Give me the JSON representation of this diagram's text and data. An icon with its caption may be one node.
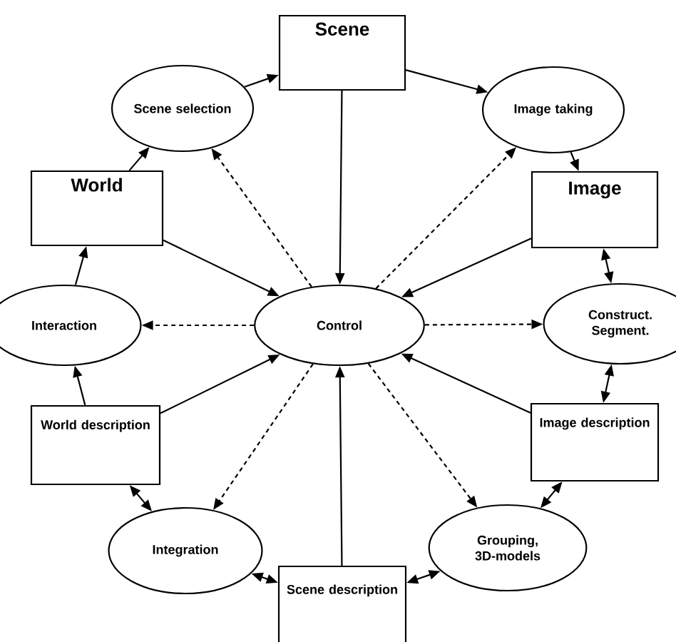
{
  "diagram": {
    "nodes": [
      {
        "text": [
          "Scene"
        ]
      },
      {
        "text": [
          "Scene selection"
        ]
      },
      {
        "text": [
          "Image taking"
        ]
      },
      {
        "text": [
          "World"
        ]
      },
      {
        "text": [
          "Image"
        ]
      },
      {
        "text": [
          "Interaction"
        ]
      },
      {
        "text": [
          "Control"
        ]
      },
      {
        "text": [
          "Construct. Segment."
        ]
      },
      {
        "text": [
          "World description"
        ]
      },
      {
        "text": [
          "Image description"
        ]
      },
      {
        "text": [
          "Integration"
        ]
      },
      {
        "text": [
          "Grouping, 3D-models"
        ]
      },
      {
        "text": [
          "Scene description"
        ]
      }
    ],
    "edges": [
      {
        "from": 1,
        "to": 0,
        "arrow": "to"
      },
      {
        "from": 0,
        "to": 2,
        "arrow": "to"
      },
      {
        "from": 2,
        "to": 4,
        "arrow": "to"
      },
      {
        "from": 3,
        "to": 1,
        "arrow": "to"
      },
      {
        "from": 5,
        "to": 3,
        "arrow": "to"
      },
      {
        "from": 8,
        "to": 5,
        "arrow": "to"
      },
      {
        "from": 4,
        "to": 7,
        "arrow": "both"
      },
      {
        "from": 7,
        "to": 9,
        "arrow": "both"
      },
      {
        "from": 9,
        "to": 11,
        "arrow": "both"
      },
      {
        "from": 11,
        "to": 12,
        "arrow": "both"
      },
      {
        "from": 12,
        "to": 10,
        "arrow": "both"
      },
      {
        "from": 10,
        "to": 8,
        "arrow": "both"
      },
      {
        "from": 0,
        "to": 6,
        "arrow": "to"
      },
      {
        "from": 3,
        "to": 6,
        "arrow": "to"
      },
      {
        "from": 4,
        "to": 6,
        "arrow": "to"
      },
      {
        "from": 8,
        "to": 6,
        "arrow": "to"
      },
      {
        "from": 9,
        "to": 6,
        "arrow": "to"
      },
      {
        "from": 12,
        "to": 6,
        "arrow": "to"
      },
      {
        "from": 6,
        "to": 1,
        "arrow": "to",
        "style": "dashed"
      },
      {
        "from": 6,
        "to": 2,
        "arrow": "to",
        "style": "dashed"
      },
      {
        "from": 6,
        "to": 5,
        "arrow": "to",
        "style": "dashed"
      },
      {
        "from": 6,
        "to": 7,
        "arrow": "to",
        "style": "dashed"
      },
      {
        "from": 6,
        "to": 10,
        "arrow": "to",
        "style": "dashed"
      },
      {
        "from": 6,
        "to": 11,
        "arrow": "to",
        "style": "dashed"
      }
    ]
  }
}
